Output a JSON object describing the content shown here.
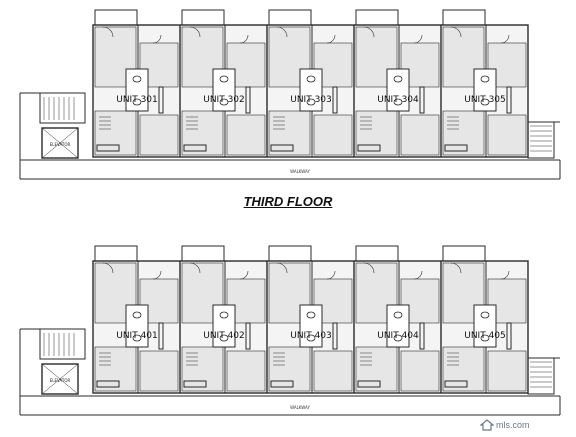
{
  "floors": [
    {
      "id": "third",
      "title": "THIRD FLOOR",
      "units": [
        "UNIT 301",
        "UNIT 302",
        "UNIT 303",
        "UNIT 304",
        "UNIT 305"
      ],
      "elevator_label": "ELEVATOR",
      "walkway_label": "WALKWAY"
    },
    {
      "id": "fourth",
      "title": "",
      "units": [
        "UNIT 401",
        "UNIT 402",
        "UNIT 403",
        "UNIT 404",
        "UNIT 405"
      ],
      "elevator_label": "ELEVATOR",
      "walkway_label": "WALKWAY"
    }
  ],
  "watermark": {
    "text": "mls.com"
  },
  "colors": {
    "line": "#2a2a2a",
    "fill": "#e6e6e6",
    "background": "#ffffff"
  }
}
